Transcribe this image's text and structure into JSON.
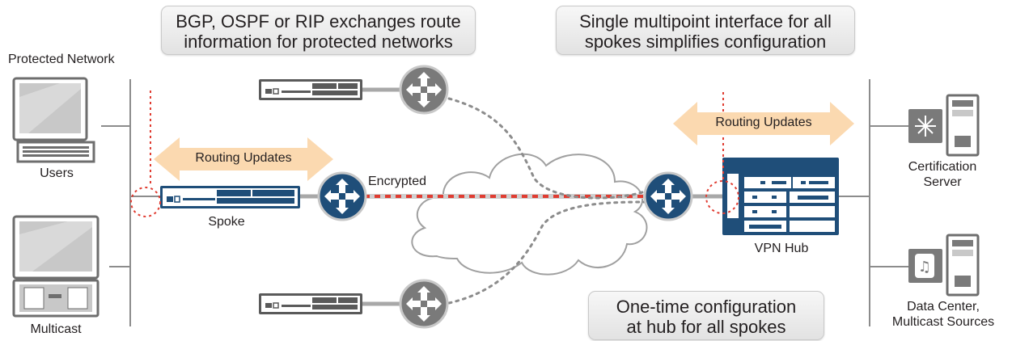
{
  "callouts": {
    "routing_protocols": [
      "BGP, OSPF or RIP exchanges route",
      "information for protected networks"
    ],
    "multipoint": [
      "Single multipoint interface for all",
      "spokes simplifies configuration"
    ],
    "one_time": [
      "One-time configuration",
      "at hub for all spokes"
    ]
  },
  "labels": {
    "protected_network": "Protected Network",
    "users": "Users",
    "multicast": "Multicast",
    "spoke": "Spoke",
    "encrypted": "Encrypted",
    "vpn_hub": "VPN Hub",
    "certification_server": [
      "Certification",
      "Server"
    ],
    "data_center": [
      "Data Center,",
      "Multicast Sources"
    ],
    "routing_updates_left": "Routing Updates",
    "routing_updates_right": "Routing Updates"
  },
  "colors": {
    "router_fill": "#1f4e79",
    "router_gray": "#7a7a7a",
    "device_blue": "#1f4e79",
    "tunnel_red": "#e03c31",
    "arrow_orange": "#fbd9b0",
    "line_gray": "#8c8c8c"
  }
}
